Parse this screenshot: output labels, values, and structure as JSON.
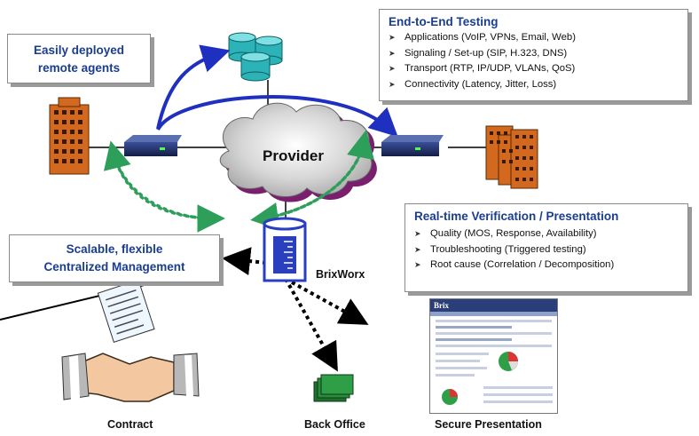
{
  "boxes": {
    "end_to_end": {
      "title": "End-to-End Testing",
      "items": [
        "Applications (VoIP, VPNs, Email, Web)",
        "Signaling / Set-up (SIP, H.323, DNS)",
        "Transport (RTP, IP/UDP, VLANs, QoS)",
        "Connectivity (Latency,  Jitter,  Loss)"
      ]
    },
    "remote_agents": {
      "line1": "Easily deployed",
      "line2": "remote agents"
    },
    "realtime": {
      "title": "Real-time Verification / Presentation",
      "items": [
        "Quality (MOS, Response, Availability)",
        "Troubleshooting (Triggered  testing)",
        "Root cause (Correlation / Decomposition)"
      ]
    },
    "management": {
      "line1": "Scalable, flexible",
      "line2": "Centralized Management"
    }
  },
  "labels": {
    "provider": "Provider",
    "brixworx": "BrixWorx",
    "contract": "Contract",
    "back_office": "Back Office",
    "secure_presentation": "Secure Presentation"
  },
  "screenshot": {
    "logo": "Brix"
  },
  "colors": {
    "title_blue": "#1a3d8f",
    "arrow_blue": "#1f2fbf",
    "dotted_green": "#2e9e5b",
    "building_orange": "#d2691e",
    "database_teal": "#2bb3b8",
    "cloud_purple": "#7a1f6e",
    "server_blue": "#2a3fbf"
  },
  "icons": {
    "bullet": "arrowhead-bullet",
    "buildings": "office-building-icon",
    "database": "database-cylinders-icon",
    "appliance": "network-appliance-icon",
    "server": "brixworx-server-icon",
    "contract": "contract-handshake-icon",
    "back_office": "folder-stack-icon"
  }
}
